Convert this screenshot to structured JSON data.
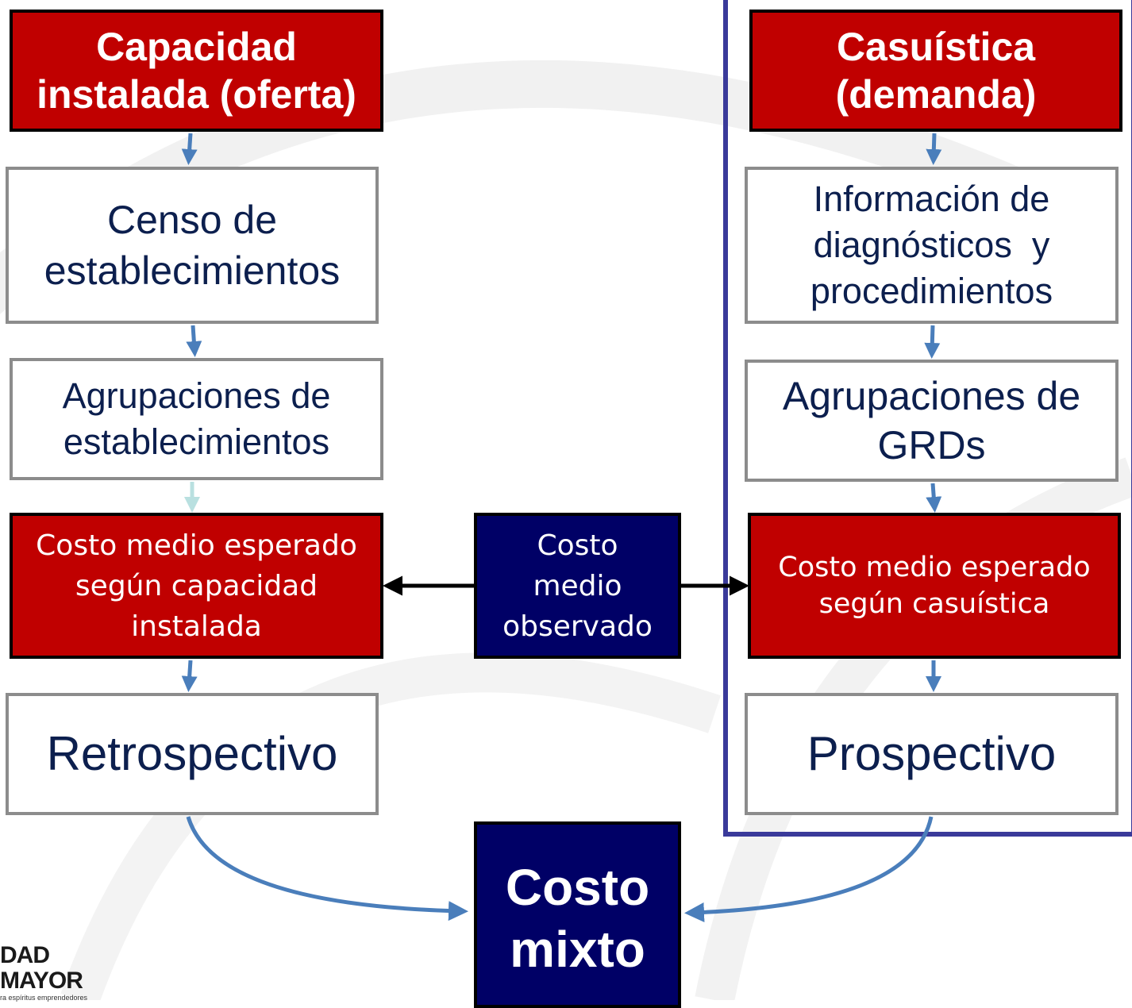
{
  "left_column": {
    "header": [
      "Capacidad",
      "instalada (oferta)"
    ],
    "step1": [
      "Censo de",
      "establecimientos"
    ],
    "step2": [
      "Agrupaciones de",
      "establecimientos"
    ],
    "cost": [
      "Costo medio esperado",
      "según capacidad",
      "instalada"
    ],
    "result": "Retrospectivo"
  },
  "center": {
    "observed": [
      "Costo",
      "medio",
      "observado"
    ],
    "mixed": [
      "Costo",
      "mixto"
    ]
  },
  "right_column": {
    "header": [
      "Casuística",
      "(demanda)"
    ],
    "step1": [
      "Información de",
      "diagnósticos  y",
      "procedimientos"
    ],
    "step2": [
      "Agrupaciones de",
      "GRDs"
    ],
    "cost": [
      "Costo medio esperado",
      "según casuística"
    ],
    "result": "Prospectivo"
  },
  "logo": {
    "name": "DAD MAYOR",
    "tagline": "ra espíritus emprendedores"
  },
  "colors": {
    "red_box": "#c00000",
    "navy_box": "#000066",
    "arrow_blue": "#4a7ebb",
    "panel_border": "#3a3a9a",
    "text_dark": "#0c1f4e"
  }
}
